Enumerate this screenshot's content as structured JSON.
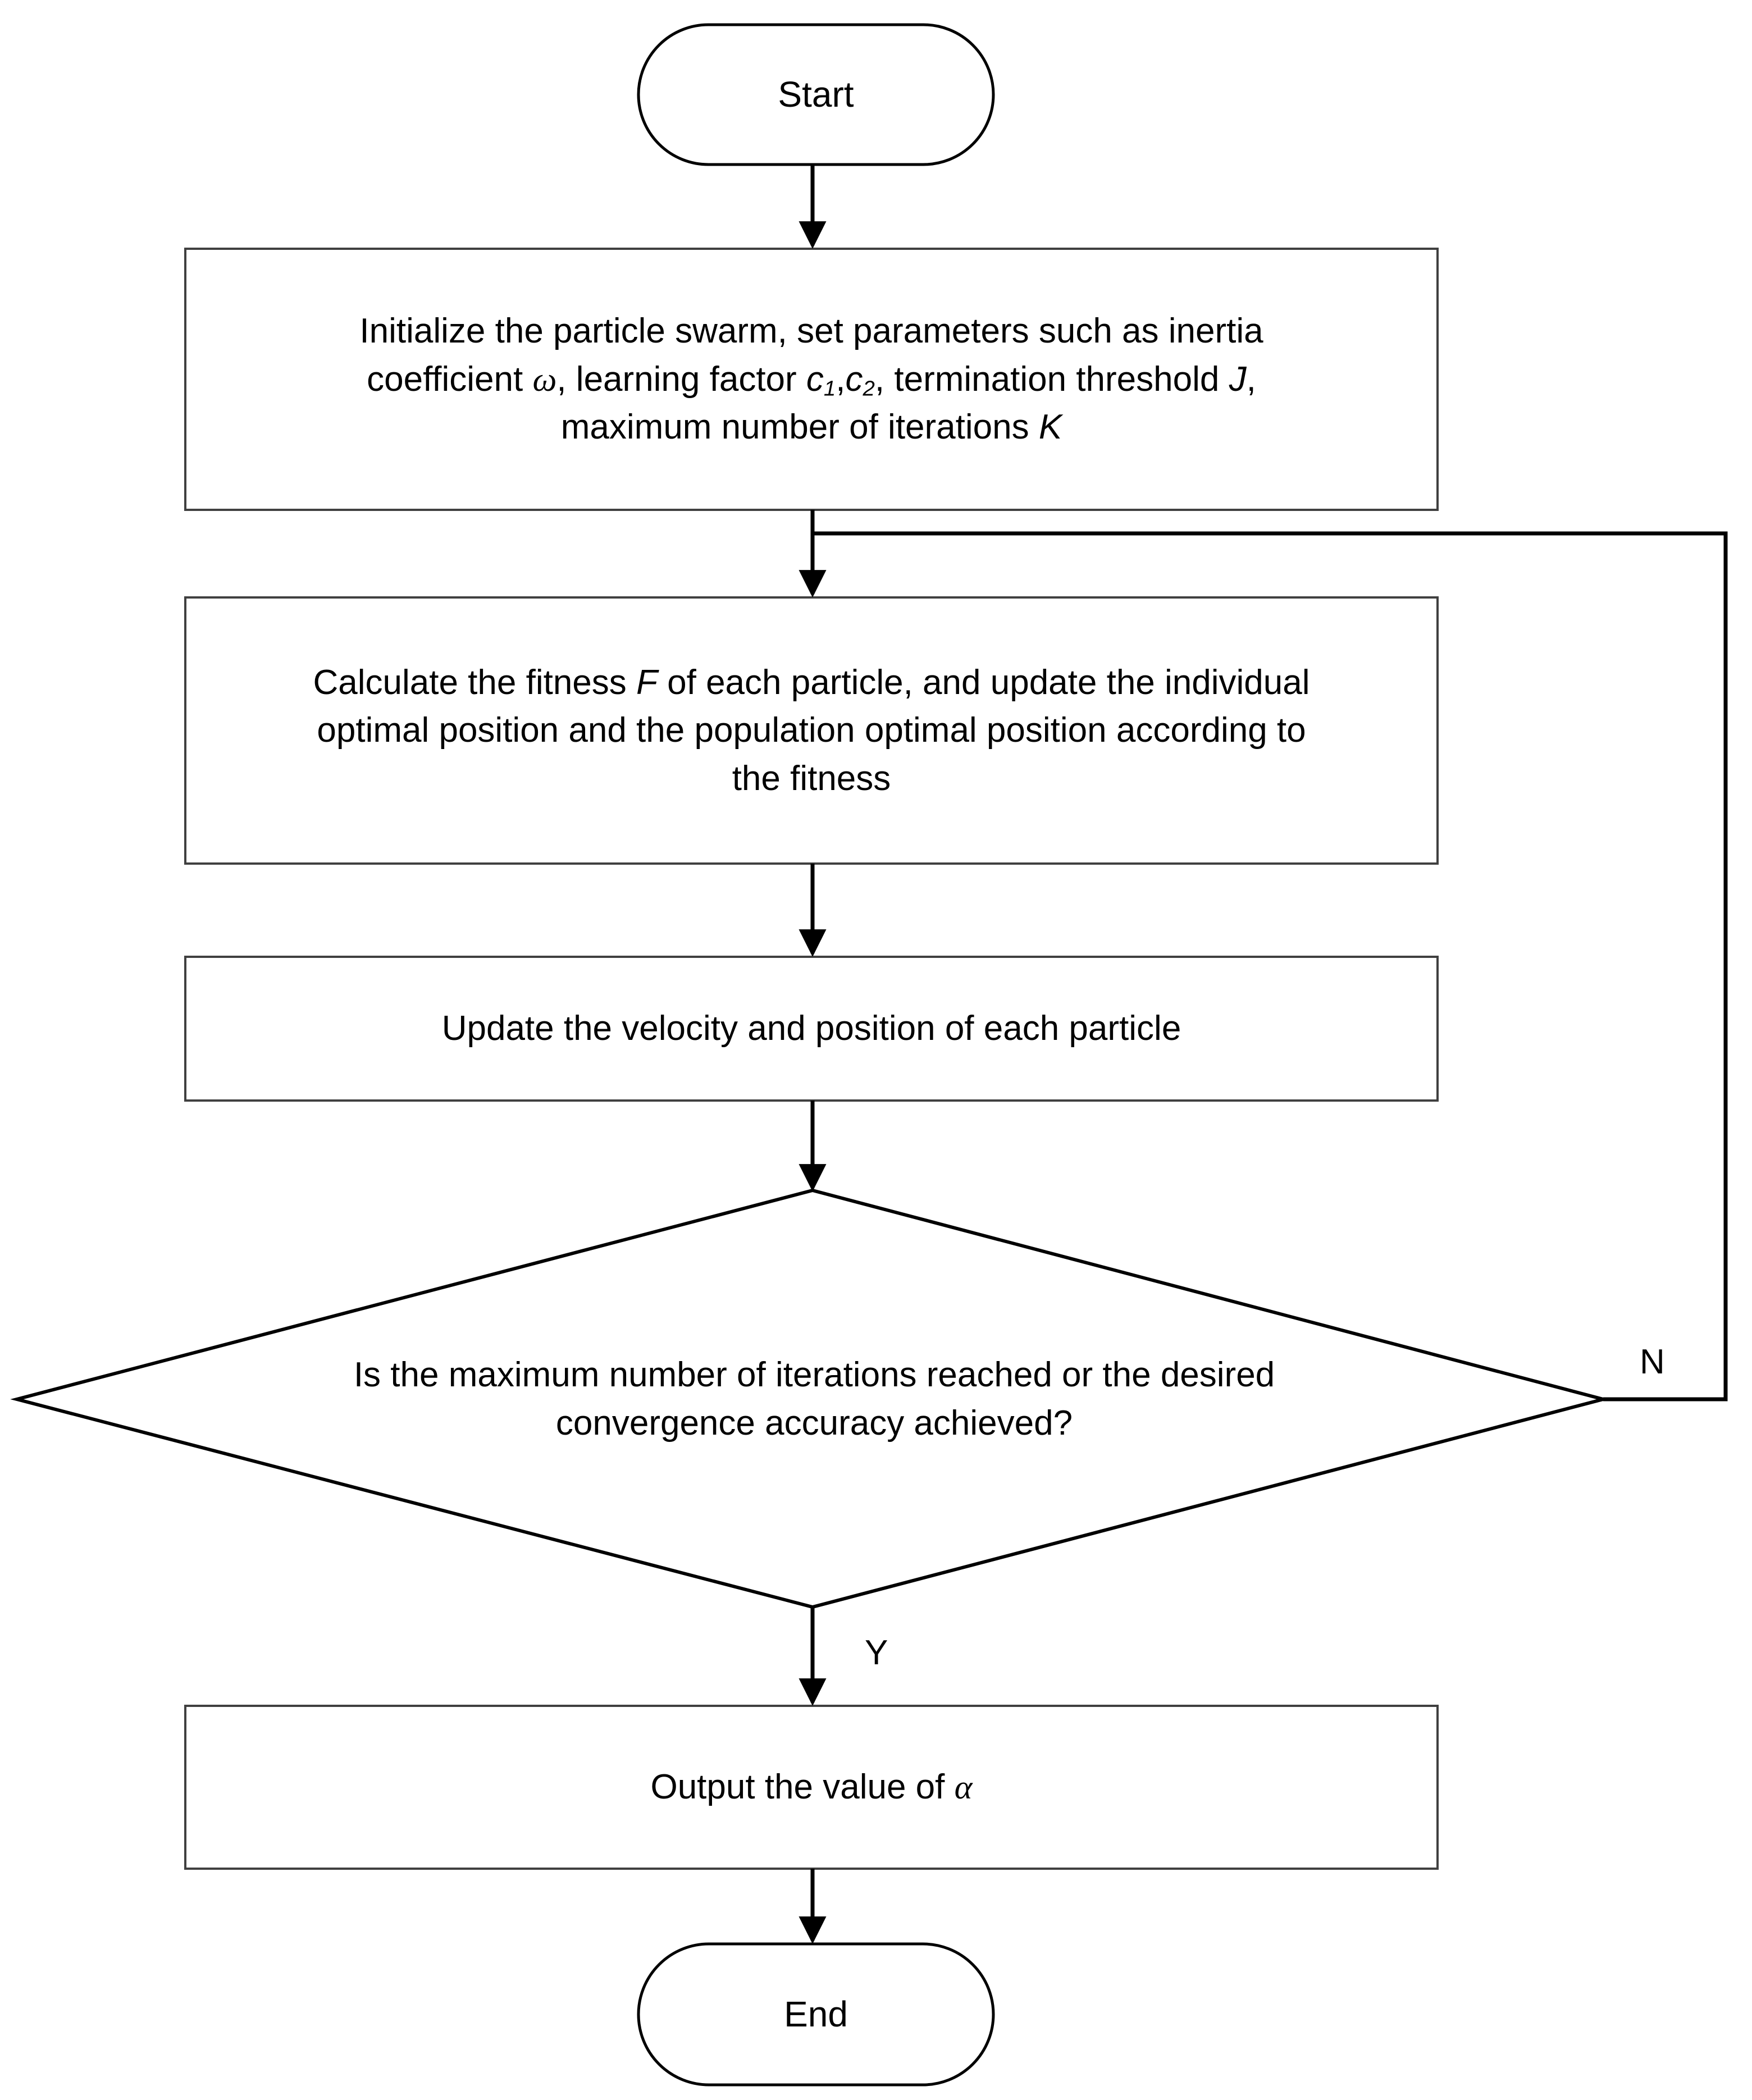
{
  "diagram": {
    "type": "flowchart",
    "title": "Particle Swarm Optimization procedure",
    "colors": {
      "background": "#ffffff",
      "terminator_stroke": "#000000",
      "process_stroke": "#404040",
      "decision_stroke": "#000000",
      "connector_stroke": "#000000",
      "text": "#000000"
    },
    "nodes": {
      "start": {
        "shape": "terminator",
        "label": "Start"
      },
      "initialize": {
        "shape": "process",
        "line1": "Initialize the particle swarm, set parameters such as inertia",
        "line2_a": "coefficient",
        "line2_omega": "ω",
        "line2_b": ", learning factor",
        "line2_c1": "c",
        "line2_c1sub": "1",
        "line2_comma": ",",
        "line2_c2": "c",
        "line2_c2sub": "2",
        "line2_c": ", termination threshold",
        "line2_J": "J",
        "line2_d": ",",
        "line3_a": "maximum number of iterations",
        "line3_K": "K"
      },
      "fitness": {
        "shape": "process",
        "line1_a": "Calculate the fitness",
        "line1_F": "F",
        "line1_b": "of each particle, and update the individual",
        "line2": "optimal position and the population optimal position according to",
        "line3": "the fitness"
      },
      "update": {
        "shape": "process",
        "label": "Update the velocity and position of each particle"
      },
      "decision": {
        "shape": "decision",
        "line1": "Is the maximum number of iterations reached or the desired",
        "line2": "convergence accuracy achieved?"
      },
      "output": {
        "shape": "process",
        "label_a": "Output the value of",
        "label_alpha": "α"
      },
      "end": {
        "shape": "terminator",
        "label": "End"
      }
    },
    "edge_labels": {
      "no": "N",
      "yes": "Y"
    }
  }
}
